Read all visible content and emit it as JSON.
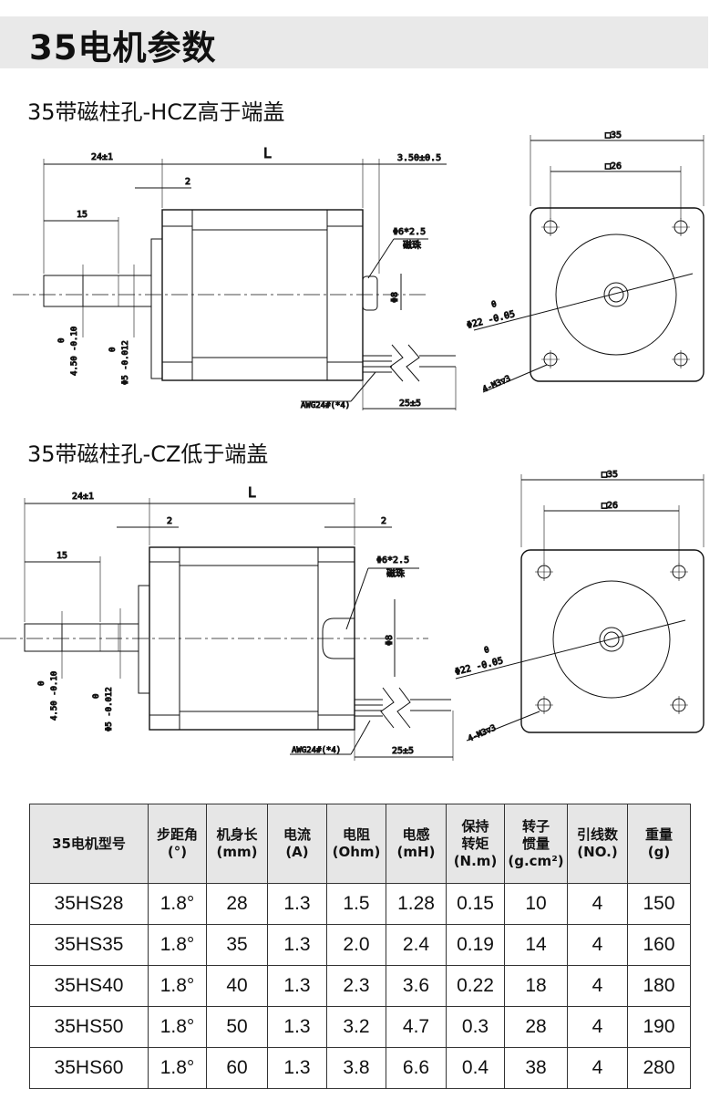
{
  "page_title": "35电机参数",
  "section1": {
    "title": "35带磁柱孔-HCZ高于端盖",
    "dims": {
      "shaft_len": "24±1",
      "body_len": "L",
      "flange_t": "2",
      "cap": "3.50±0.5",
      "flat_len": "15",
      "hole_note": "Φ6*2.5",
      "hole_note2": "磁珠",
      "hole_dia": "Φ8",
      "flat_tol_top": "0",
      "flat_tol": "4.50 -0.10",
      "shaft_tol_top": "0",
      "shaft_tol": "Φ5 -0.012",
      "wire": "AWG24#(*4)",
      "lead_len": "25±5",
      "sq35": "□35",
      "sq26": "□26",
      "pilot_top": "0",
      "pilot": "Φ22 -0.05",
      "screws": "4-M3▽3"
    }
  },
  "section2": {
    "title": "35带磁柱孔-CZ低于端盖",
    "dims": {
      "shaft_len": "24±1",
      "body_len": "L",
      "flange_t": "2",
      "cap": "2",
      "flat_len": "15",
      "hole_note": "Φ6*2.5",
      "hole_note2": "磁珠",
      "hole_dia": "Φ8",
      "flat_tol_top": "0",
      "flat_tol": "4.50 -0.10",
      "shaft_tol_top": "0",
      "shaft_tol": "Φ5 -0.012",
      "wire": "AWG24#(*4)",
      "lead_len": "25±5",
      "sq35": "□35",
      "sq26": "□26",
      "pilot_top": "0",
      "pilot": "Φ22 -0.05",
      "screws": "4-M3▽3"
    }
  },
  "table": {
    "headers": [
      {
        "l1": "35电机型号",
        "l2": "",
        "l3": ""
      },
      {
        "l1": "步距角",
        "l2": "(°)",
        "l3": ""
      },
      {
        "l1": "机身长",
        "l2": "(mm)",
        "l3": ""
      },
      {
        "l1": "电流",
        "l2": "(A)",
        "l3": ""
      },
      {
        "l1": "电阻",
        "l2": "(Ohm)",
        "l3": ""
      },
      {
        "l1": "电感",
        "l2": "(mH)",
        "l3": ""
      },
      {
        "l1": "保持",
        "l2": "转矩",
        "l3": "(N.m)"
      },
      {
        "l1": "转子",
        "l2": "惯量",
        "l3": "(g.cm²)"
      },
      {
        "l1": "引线数",
        "l2": "(NO.)",
        "l3": ""
      },
      {
        "l1": "重量",
        "l2": "(g)",
        "l3": ""
      }
    ],
    "rows": [
      [
        "35HS28",
        "1.8°",
        "28",
        "1.3",
        "1.5",
        "1.28",
        "0.15",
        "10",
        "4",
        "150"
      ],
      [
        "35HS35",
        "1.8°",
        "35",
        "1.3",
        "2.0",
        "2.4",
        "0.19",
        "14",
        "4",
        "160"
      ],
      [
        "35HS40",
        "1.8°",
        "40",
        "1.3",
        "2.3",
        "3.6",
        "0.22",
        "18",
        "4",
        "180"
      ],
      [
        "35HS50",
        "1.8°",
        "50",
        "1.3",
        "3.2",
        "4.7",
        "0.3",
        "28",
        "4",
        "190"
      ],
      [
        "35HS60",
        "1.8°",
        "60",
        "1.3",
        "3.8",
        "6.6",
        "0.4",
        "38",
        "4",
        "280"
      ]
    ]
  }
}
